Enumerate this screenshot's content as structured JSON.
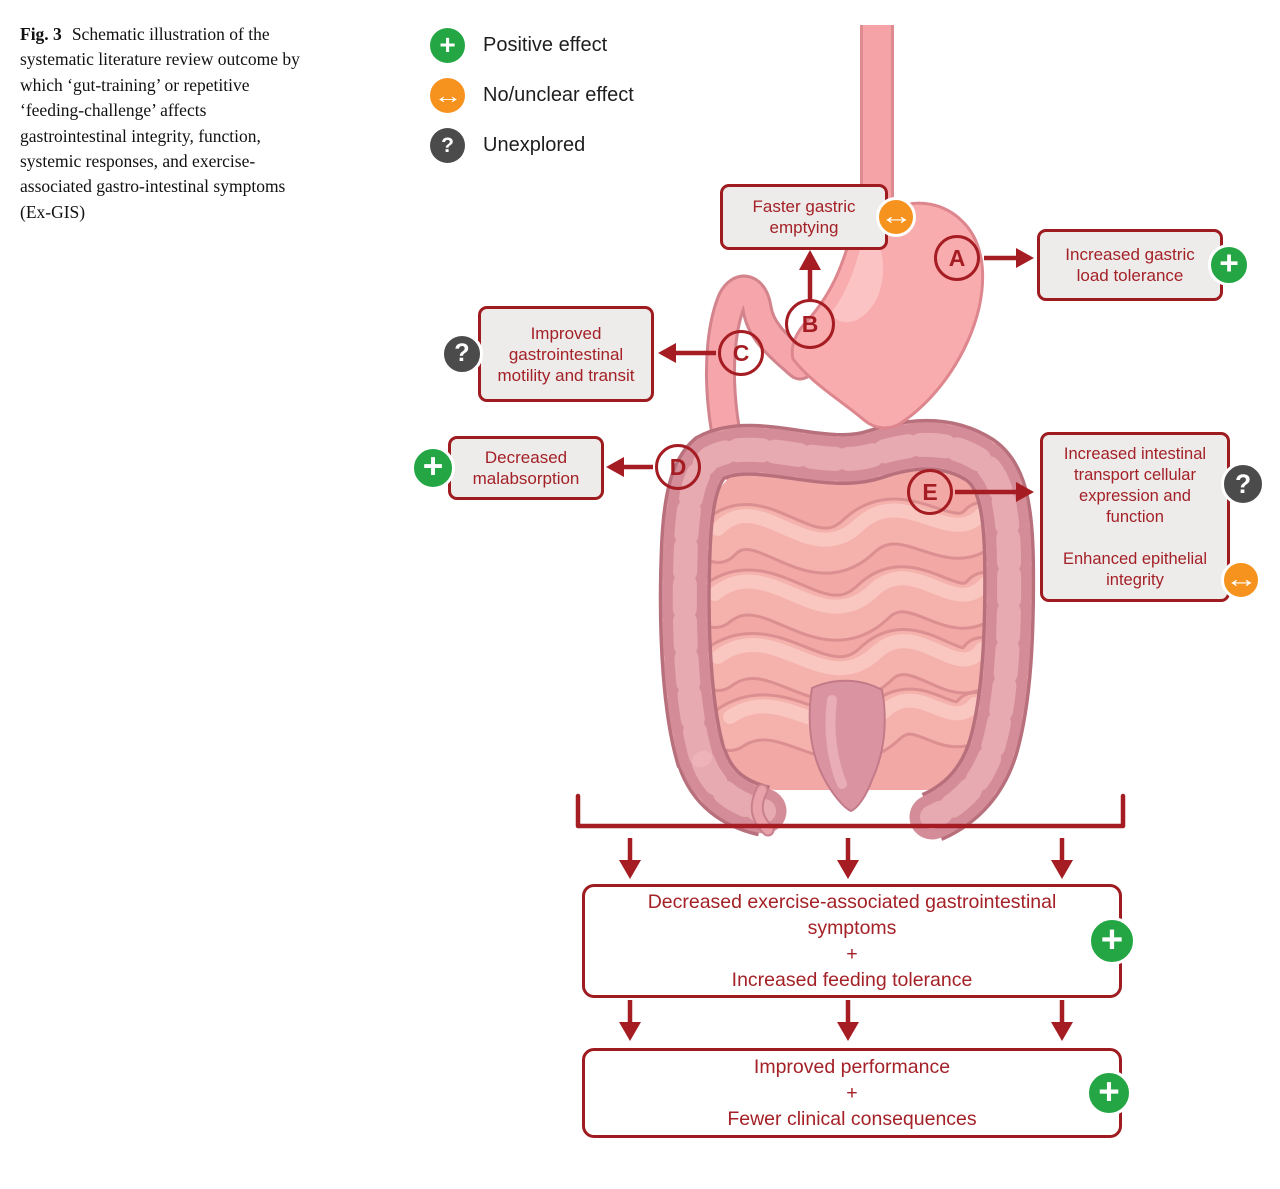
{
  "figure_caption": {
    "label": "Fig. 3",
    "text": "Schematic illustration of the systematic literature review outcome by which ‘gut-training’ or repetitive ‘feeding-challenge’ affects gastrointestinal integrity, function, systemic responses, and exercise-associated gastro-intestinal symptoms (Ex-GIS)"
  },
  "legend": {
    "items": [
      {
        "name": "positive-effect",
        "glyph": "+",
        "color": "#23A643",
        "label": "Positive effect"
      },
      {
        "name": "no-unclear-effect",
        "glyph": "↔",
        "color": "#F6921E",
        "label": "No/unclear effect"
      },
      {
        "name": "unexplored",
        "glyph": "?",
        "color": "#4B4B4B",
        "label": "Unexplored"
      }
    ]
  },
  "badge_glyphs": {
    "positive": "+",
    "no_unclear": "↔",
    "unexplored": "?"
  },
  "markers": {
    "a": "A",
    "b": "B",
    "c": "C",
    "d": "D",
    "e": "E"
  },
  "effect_boxes": {
    "faster_gastric_emptying": {
      "text": "Faster gastric emptying",
      "badge": "no-unclear-effect"
    },
    "increased_gastric_load_tolerance": {
      "text": "Increased gastric load tolerance",
      "badge": "positive-effect"
    },
    "improved_gi_motility": {
      "text": "Improved gastrointestinal motility and transit",
      "badge": "unexplored"
    },
    "decreased_malabsorption": {
      "text": "Decreased malabsorption",
      "badge": "positive-effect"
    },
    "intestinal_transport": {
      "text": "Increased intestinal transport cellular expression and function",
      "badge": "unexplored"
    },
    "epithelial_integrity": {
      "text": "Enhanced epithelial integrity",
      "badge": "no-unclear-effect"
    }
  },
  "outcome_boxes": {
    "symptoms": {
      "line1": "Decreased exercise-associated gastrointestinal symptoms",
      "joiner": "+",
      "line2": "Increased feeding tolerance",
      "badge": "positive-effect"
    },
    "performance": {
      "line1": "Improved performance",
      "joiner": "+",
      "line2": "Fewer clinical consequences",
      "badge": "positive-effect"
    }
  },
  "colors": {
    "diagram_red": "#A51D23",
    "box_border": "#9E1B20",
    "box_text": "#A42127",
    "positive_green": "#23A643",
    "no_unclear_orange": "#F6921E",
    "unexplored_gray": "#4B4B4B"
  }
}
